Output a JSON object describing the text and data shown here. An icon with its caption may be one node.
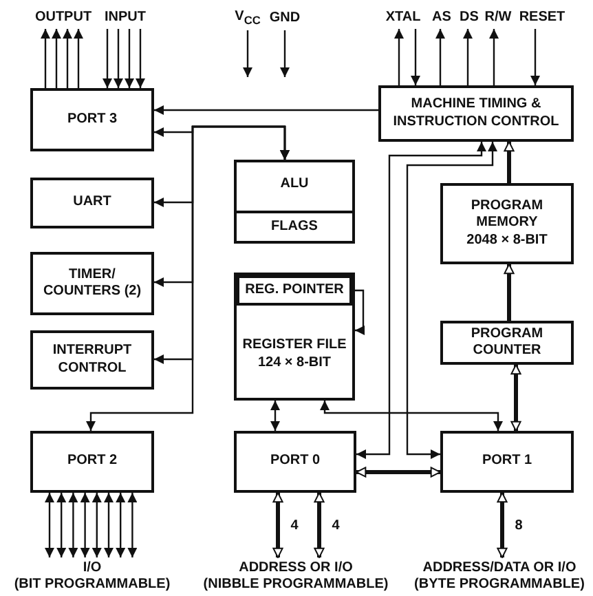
{
  "diagram": {
    "nodes": [
      {
        "text": [
          "PORT 3"
        ]
      },
      {
        "text": [
          "MACHINE TIMING & INSTRUCTION CONTROL"
        ]
      },
      {
        "text": [
          "UART"
        ]
      },
      {
        "text": [
          "ALU"
        ]
      },
      {
        "text": [
          "FLAGS"
        ],
        "in": 3
      },
      {
        "text": [
          "PROGRAM MEMORY",
          "2048 × 8-BIT"
        ]
      },
      {
        "text": [
          "TIMER/ COUNTERS (2)"
        ]
      },
      {
        "text": [
          "REGISTER FILE 124 × 8-BIT"
        ]
      },
      {
        "text": [
          "REG. POINTER"
        ],
        "in": 7
      },
      {
        "text": [
          "PROGRAM COUNTER"
        ]
      },
      {
        "text": [
          "INTERRUPT CONTROL"
        ]
      },
      {
        "text": [
          "PORT 2"
        ]
      },
      {
        "text": [
          "PORT 0"
        ]
      },
      {
        "text": [
          "PORT 1"
        ]
      },
      {
        "text": [
          "OUTPUT"
        ]
      },
      {
        "text": [
          "INPUT"
        ]
      },
      {
        "text": [
          "XTAL"
        ]
      },
      {
        "text": [
          "AS"
        ]
      },
      {
        "text": [
          "DS"
        ]
      },
      {
        "text": [
          "R/W"
        ]
      },
      {
        "text": [
          "RESET"
        ]
      },
      {
        "text": [
          "I/O",
          "(BIT PROGRAMMABLE)"
        ]
      },
      {
        "text": [
          "ADDRESS OR I/O",
          "(NIBBLE PROGRAMMABLE)"
        ]
      },
      {
        "text": [
          "ADDRESS/DATA OR I/O",
          "(BYTE PROGRAMMABLE)"
        ]
      }
    ],
    "edges": [
      {
        "from": 1,
        "to": 0,
        "arrow": "to"
      },
      {
        "from": 3,
        "to": 0,
        "arrow": "both"
      },
      {
        "from": 3,
        "to": 2,
        "arrow": "both"
      },
      {
        "from": 3,
        "to": 6,
        "arrow": "both"
      },
      {
        "from": 3,
        "to": 10,
        "arrow": "both"
      },
      {
        "from": 3,
        "to": 11,
        "arrow": "both"
      },
      {
        "from": 7,
        "to": 12,
        "arrow": "both"
      },
      {
        "from": 7,
        "to": 13,
        "arrow": "both"
      },
      {
        "from": 9,
        "to": 13,
        "arrow": "both",
        "style": "thick"
      },
      {
        "from": 9,
        "to": 5,
        "arrow": "to",
        "style": "thick"
      },
      {
        "from": 5,
        "to": 1,
        "arrow": "to",
        "style": "thick"
      },
      {
        "from": 8,
        "to": 7,
        "arrow": "to"
      },
      {
        "from": 1,
        "to": 12,
        "arrow": "both"
      },
      {
        "from": 1,
        "to": 13,
        "arrow": "both"
      },
      {
        "from": 12,
        "to": 13,
        "arrow": "both",
        "style": "thick"
      },
      {
        "from": 0,
        "to": 14,
        "arrow": "to"
      },
      {
        "from": 0,
        "to": 14,
        "arrow": "to"
      },
      {
        "from": 0,
        "to": 14,
        "arrow": "to"
      },
      {
        "from": 0,
        "to": 14,
        "arrow": "to"
      },
      {
        "from": 15,
        "to": 0,
        "arrow": "to"
      },
      {
        "from": 15,
        "to": 0,
        "arrow": "to"
      },
      {
        "from": 15,
        "to": 0,
        "arrow": "to"
      },
      {
        "from": 15,
        "to": 0,
        "arrow": "to"
      },
      {
        "from": 1,
        "to": 16,
        "arrow": "to"
      },
      {
        "from": 16,
        "to": 1,
        "arrow": "to"
      },
      {
        "from": 1,
        "to": 17,
        "arrow": "to"
      },
      {
        "from": 1,
        "to": 18,
        "arrow": "to"
      },
      {
        "from": 1,
        "to": 19,
        "arrow": "to"
      },
      {
        "from": 20,
        "to": 1,
        "arrow": "to"
      },
      {
        "from": 11,
        "to": 21,
        "arrow": "both"
      },
      {
        "from": 11,
        "to": 21,
        "arrow": "both"
      },
      {
        "from": 11,
        "to": 21,
        "arrow": "both"
      },
      {
        "from": 11,
        "to": 21,
        "arrow": "both"
      },
      {
        "from": 11,
        "to": 21,
        "arrow": "both"
      },
      {
        "from": 11,
        "to": 21,
        "arrow": "both"
      },
      {
        "from": 11,
        "to": 21,
        "arrow": "both"
      },
      {
        "from": 11,
        "to": 21,
        "arrow": "both"
      },
      {
        "from": 12,
        "to": 22,
        "arrow": "both",
        "style": "thick",
        "label": "4"
      },
      {
        "from": 12,
        "to": 22,
        "arrow": "both",
        "style": "thick",
        "label": "4"
      },
      {
        "from": 13,
        "to": 23,
        "arrow": "both",
        "style": "thick",
        "label": "8"
      }
    ],
    "labels": [
      "V$_{CC}$",
      "GND"
    ]
  }
}
